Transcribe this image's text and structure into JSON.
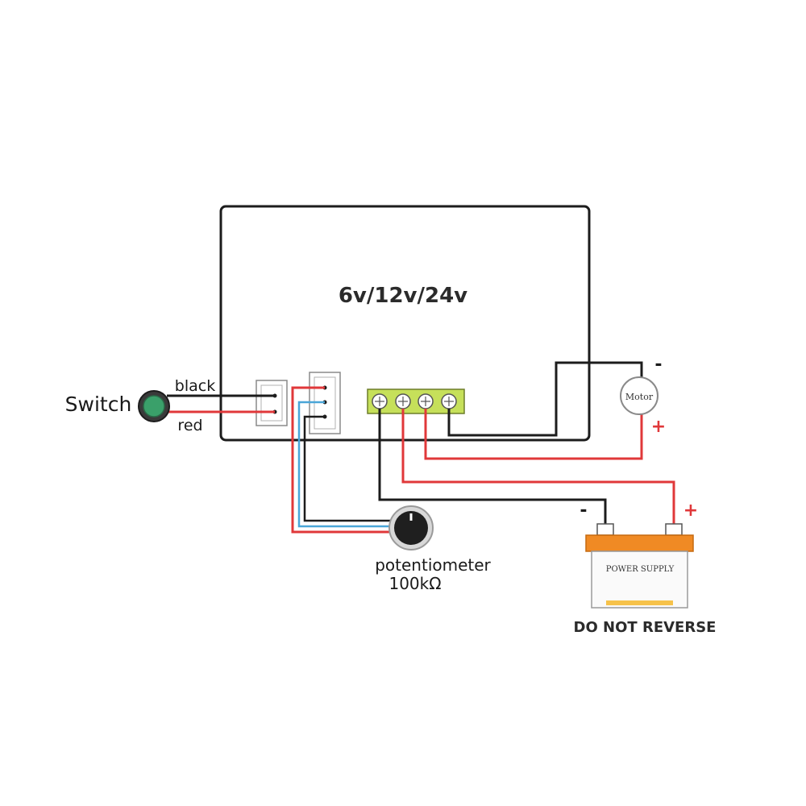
{
  "controller": {
    "voltage_label": "6v/12v/24v"
  },
  "switch": {
    "label": "Switch",
    "wire_black_label": "black",
    "wire_red_label": "red"
  },
  "motor": {
    "label": "Motor",
    "minus": "-",
    "plus": "+"
  },
  "potentiometer": {
    "label": "potentiometer",
    "value": "100kΩ"
  },
  "battery": {
    "label": "POWER SUPPLY",
    "minus": "-",
    "plus": "+",
    "warning": "DO NOT REVERSE"
  },
  "colors": {
    "wire_black": "#1c1c1c",
    "wire_red": "#e0383a",
    "wire_blue": "#4aa6d8",
    "terminal_green": "#c6e05a",
    "switch_green": "#3aa06a",
    "battery_orange": "#f08a24"
  }
}
